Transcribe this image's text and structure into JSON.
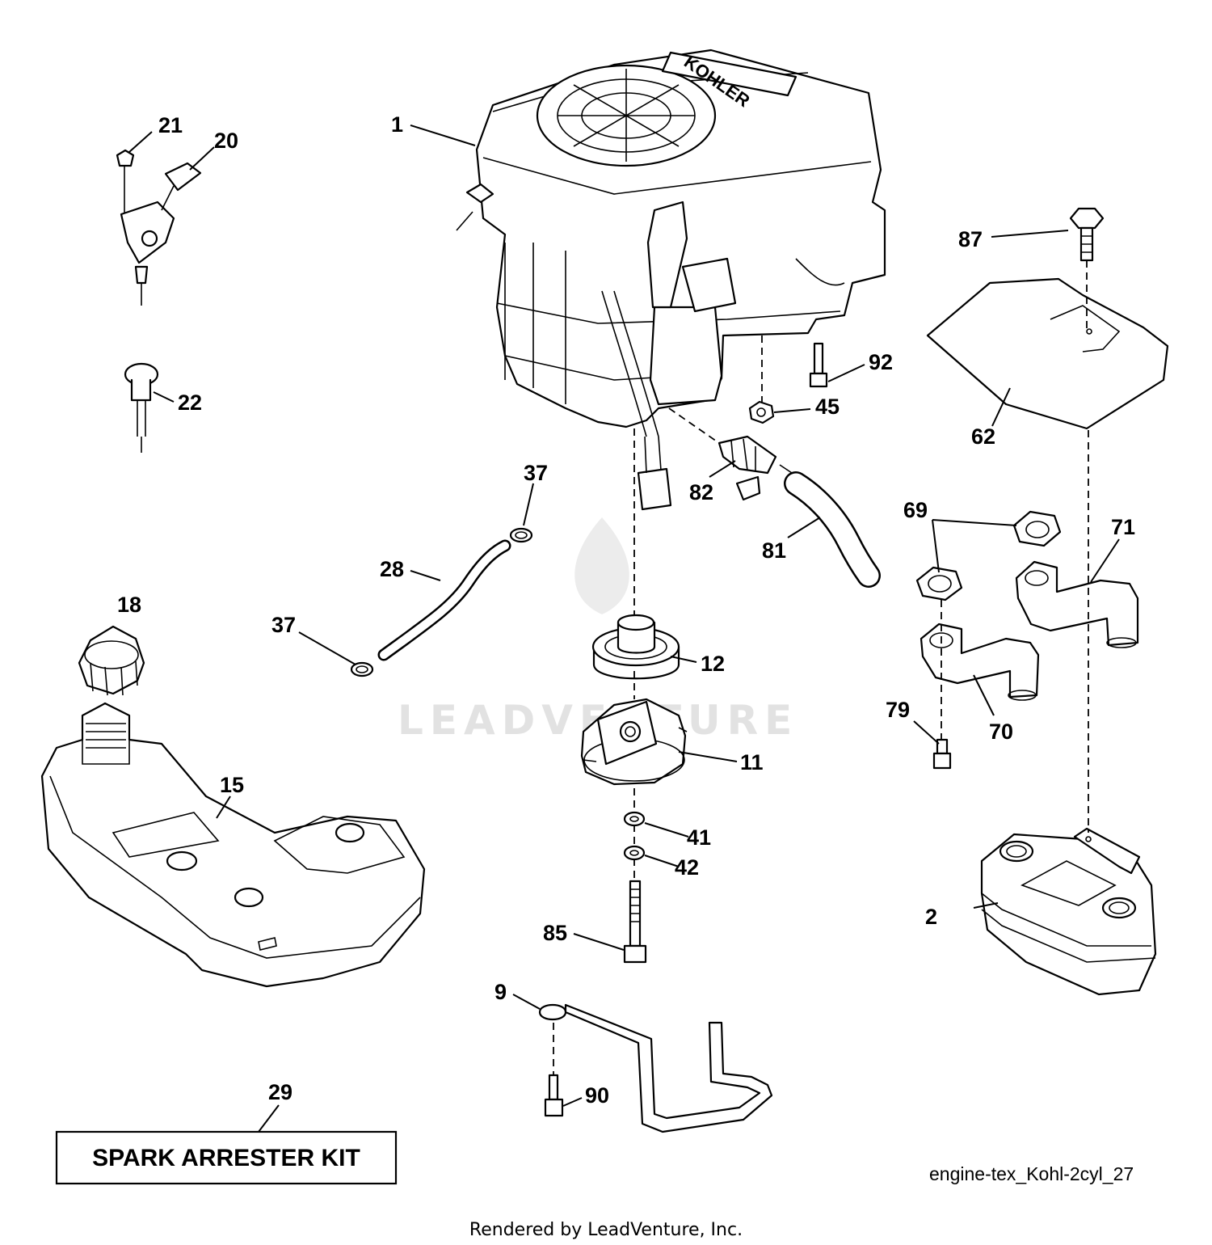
{
  "watermark": "LEADVENTURE",
  "kit_label": "SPARK ARRESTER KIT",
  "diagram_code": "engine-tex_Kohl-2cyl_27",
  "footer": "Rendered by LeadVenture, Inc.",
  "engine_brand": "KOHLER",
  "callouts": {
    "c1": "1",
    "c2": "2",
    "c9": "9",
    "c11": "11",
    "c12": "12",
    "c15": "15",
    "c18": "18",
    "c20": "20",
    "c21": "21",
    "c22": "22",
    "c28": "28",
    "c29": "29",
    "c37a": "37",
    "c37b": "37",
    "c41": "41",
    "c42": "42",
    "c45": "45",
    "c62": "62",
    "c69": "69",
    "c70": "70",
    "c71": "71",
    "c79": "79",
    "c81": "81",
    "c82": "82",
    "c85": "85",
    "c87": "87",
    "c90": "90",
    "c92": "92"
  }
}
